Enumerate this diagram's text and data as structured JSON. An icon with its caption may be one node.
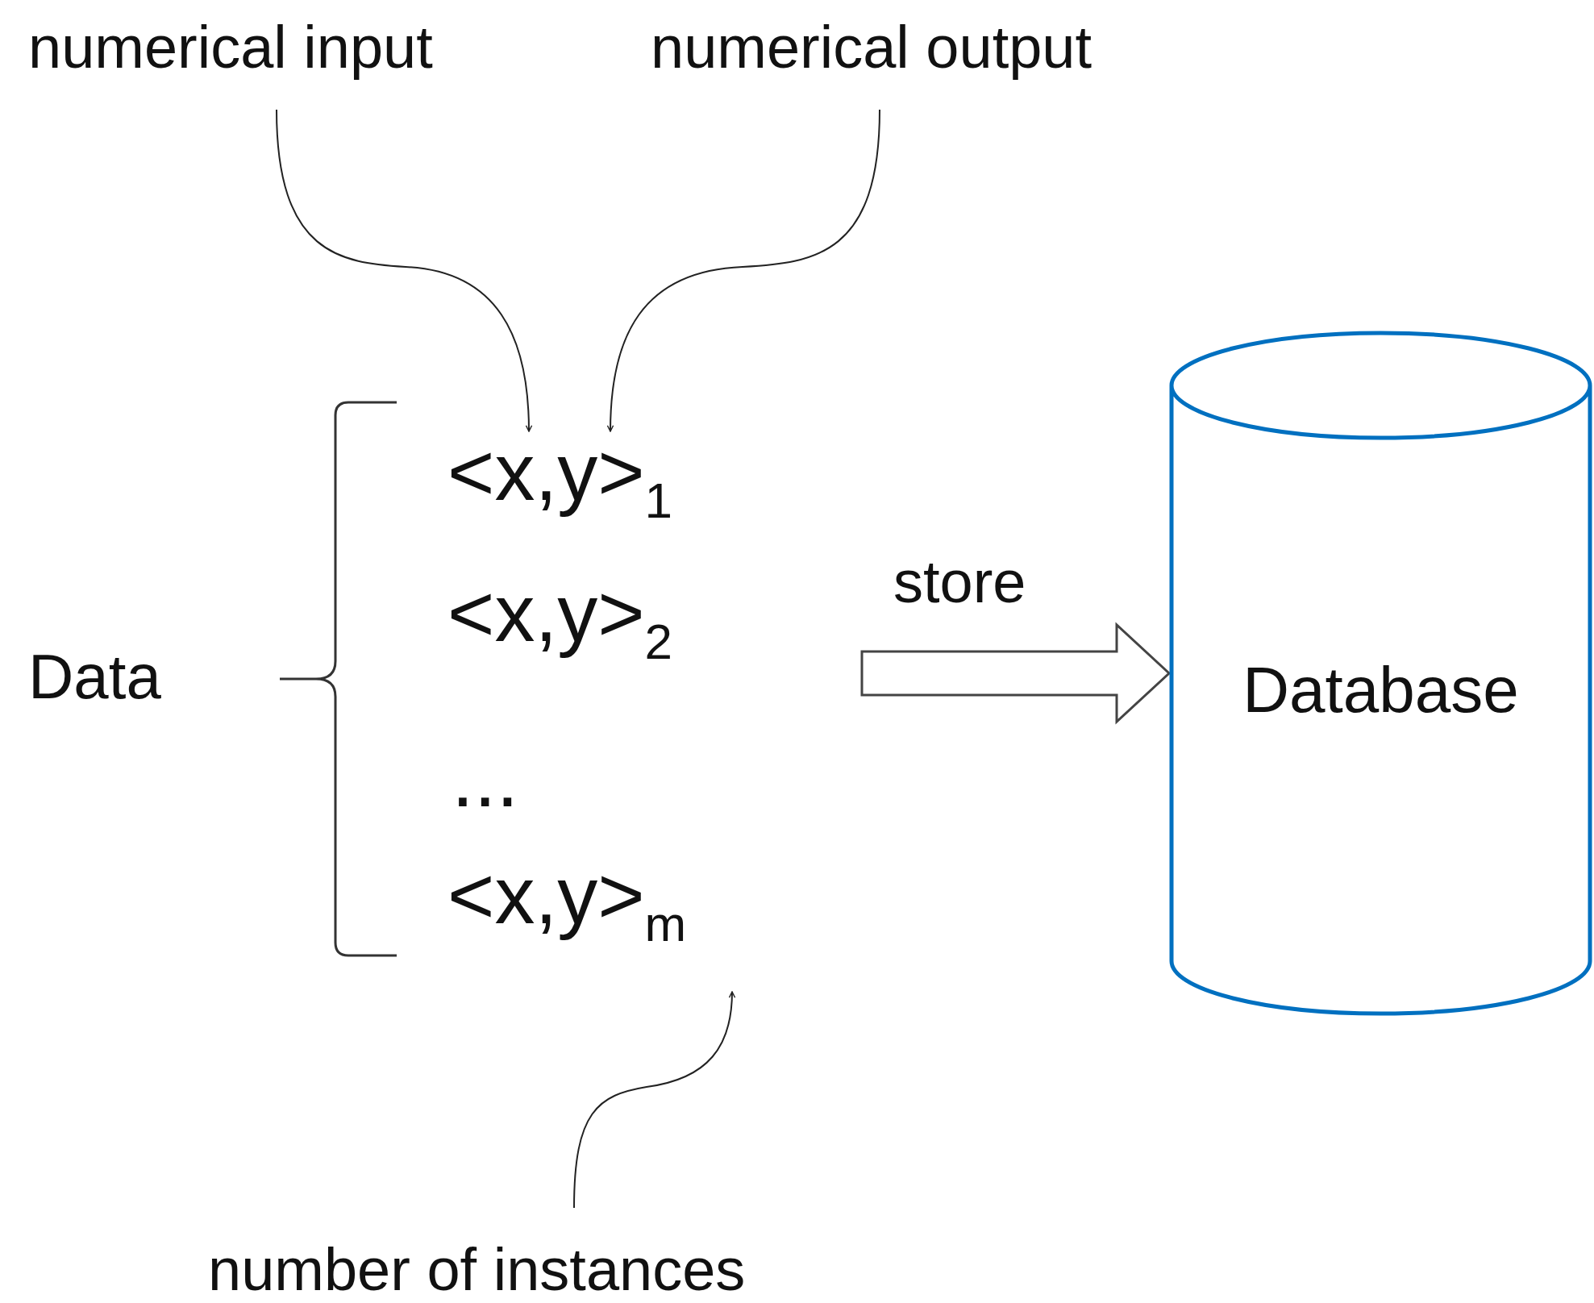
{
  "diagram": {
    "nodes": [
      {
        "text": [
          "numerical input"
        ]
      },
      {
        "text": [
          "numerical output"
        ]
      },
      {
        "text": [
          "<x,y>$_{1}$"
        ]
      },
      {
        "text": [
          "<x,y>$_{m}$"
        ]
      },
      {
        "text": [
          "number of instances"
        ]
      },
      {
        "text": [
          "Database"
        ]
      }
    ],
    "edges": [
      {
        "from": 0,
        "to": 2,
        "arrow": "to"
      },
      {
        "from": 1,
        "to": 2,
        "arrow": "to"
      },
      {
        "from": 4,
        "to": 3,
        "arrow": "to"
      },
      {
        "from": null,
        "to": 5,
        "arrow": "to",
        "label": "store",
        "style": "thick"
      }
    ],
    "labels": [
      "Data",
      "<x,y>$_{2}$",
      "..."
    ]
  }
}
